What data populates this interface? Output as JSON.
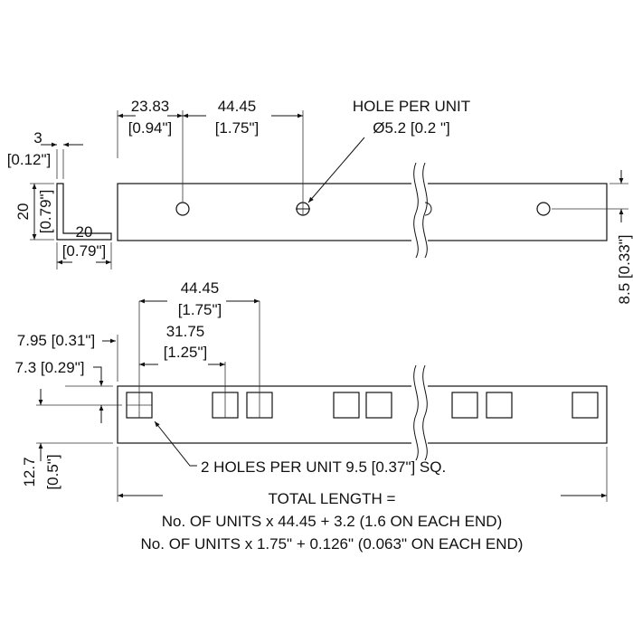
{
  "profile": {
    "thickness": "3",
    "thickness_in": "[0.12\"]",
    "height": "20",
    "height_in": "[0.79\"]",
    "width": "20",
    "width_in": "[0.79\"]"
  },
  "top_view": {
    "end_offset": "23.83",
    "end_offset_in": "[0.94\"]",
    "pitch": "44.45",
    "pitch_in": "[1.75\"]",
    "hole_note_1": "HOLE PER UNIT",
    "hole_note_2": "Ø5.2 [0.2 \"]",
    "hole_height": "8.5 [0.33\"]"
  },
  "bottom_view": {
    "pitch": "44.45",
    "pitch_in": "[1.75\"]",
    "spacing": "31.75",
    "spacing_in": "[1.25\"]",
    "end_offset": "7.95 [0.31\"]",
    "edge_offset": "7.3 [0.29\"]",
    "center_height": "12.7",
    "center_height_in": "[0.5\"]",
    "hole_note": "2 HOLES PER UNIT 9.5 [0.37\"] SQ."
  },
  "total_length": {
    "line1": "TOTAL LENGTH =",
    "line2": "No. OF UNITS x 44.45 + 3.2 (1.6 ON EACH END)",
    "line3": "No. OF UNITS x 1.75\" + 0.126\" (0.063\" ON EACH END)"
  }
}
